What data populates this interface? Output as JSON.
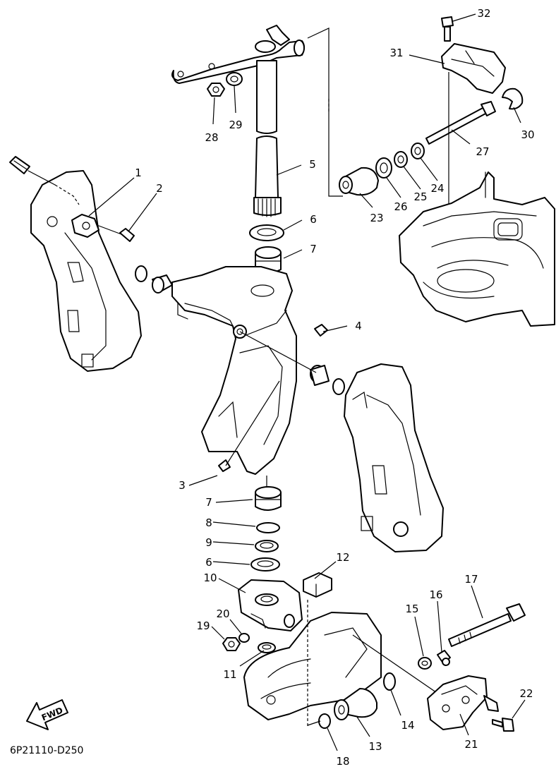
{
  "callouts": {
    "c1": "1",
    "c2": "2",
    "c3": "3",
    "c4": "4",
    "c5": "5",
    "c6a": "6",
    "c6b": "6",
    "c7a": "7",
    "c7b": "7",
    "c8": "8",
    "c9": "9",
    "c10": "10",
    "c11": "11",
    "c12": "12",
    "c13": "13",
    "c14": "14",
    "c15": "15",
    "c16": "16",
    "c17": "17",
    "c18": "18",
    "c19": "19",
    "c20": "20",
    "c21": "21",
    "c22": "22",
    "c23": "23",
    "c24": "24",
    "c25": "25",
    "c26": "26",
    "c27": "27",
    "c28": "28",
    "c29": "29",
    "c30": "30",
    "c31": "31",
    "c32": "32"
  },
  "fwd_label": "FWD",
  "diagram_code": "6P21110-D250"
}
